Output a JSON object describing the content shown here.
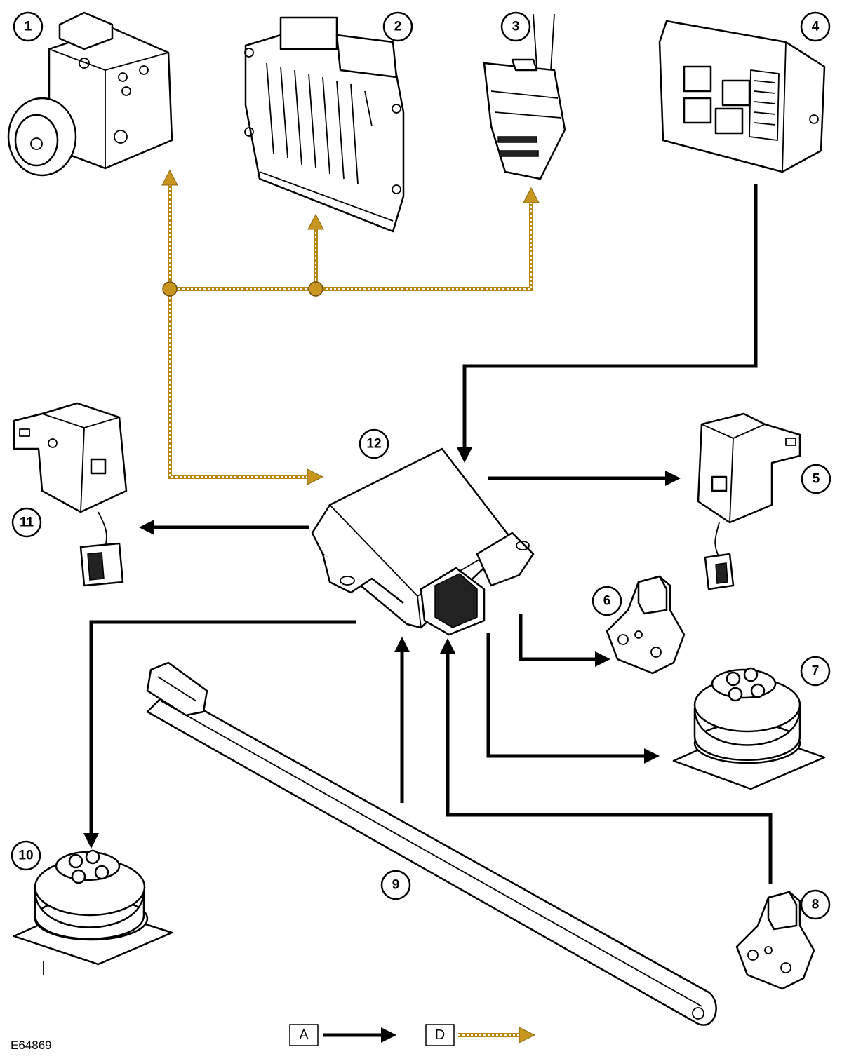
{
  "callouts": {
    "c1": "1",
    "c2": "2",
    "c3": "3",
    "c4": "4",
    "c5": "5",
    "c6": "6",
    "c7": "7",
    "c8": "8",
    "c9": "9",
    "c10": "10",
    "c11": "11",
    "c12": "12"
  },
  "legend": {
    "hardwired": "A",
    "can_bus": "D"
  },
  "figure_ref": "E64869",
  "colors": {
    "hardwired": "#000000",
    "can_bus": "#c8961e"
  }
}
